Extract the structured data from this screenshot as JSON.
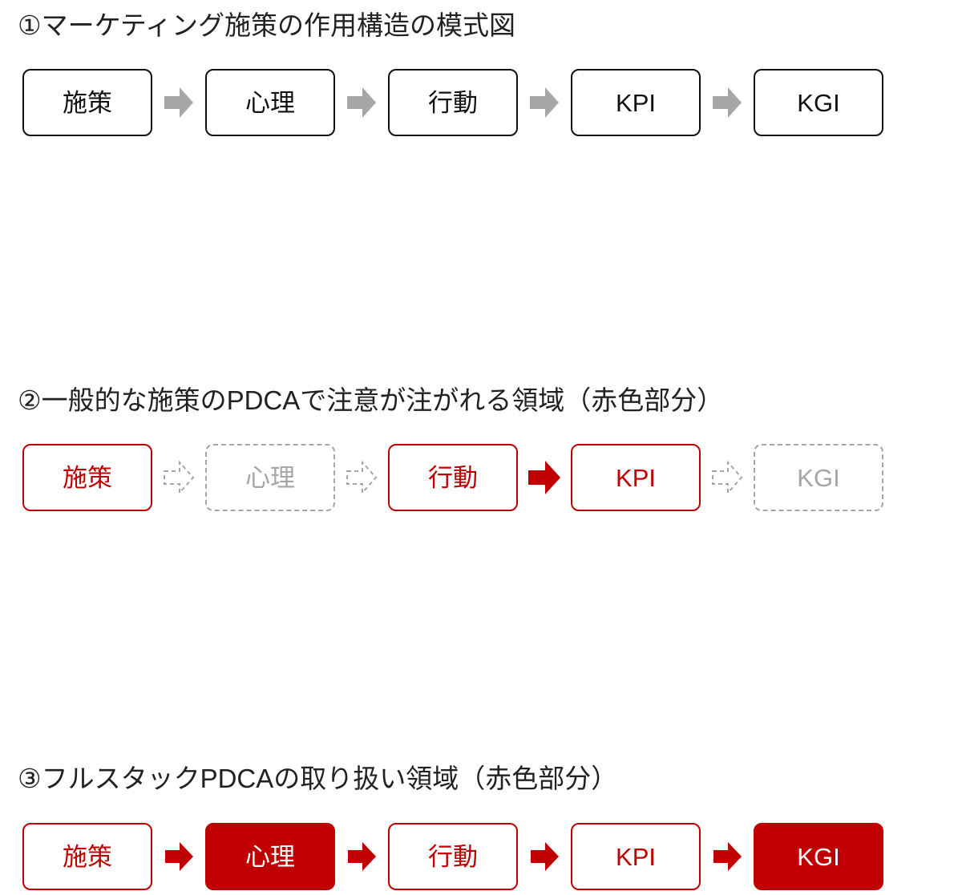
{
  "page": {
    "background": "#ffffff",
    "colors": {
      "red": "#C00000",
      "gray": "#A6A6A6",
      "black": "#111111",
      "white": "#ffffff"
    }
  },
  "sections": [
    {
      "id": "section-1",
      "title": "①マーケティング施策の作用構造の模式図",
      "nodes": [
        {
          "label": "施策",
          "style": "plain"
        },
        {
          "label": "心理",
          "style": "plain"
        },
        {
          "label": "行動",
          "style": "plain"
        },
        {
          "label": "KPI",
          "style": "plain"
        },
        {
          "label": "KGI",
          "style": "plain"
        }
      ],
      "arrows": [
        {
          "style": "gray-solid"
        },
        {
          "style": "gray-solid"
        },
        {
          "style": "gray-solid"
        },
        {
          "style": "gray-solid"
        }
      ]
    },
    {
      "id": "section-2",
      "title": "②一般的な施策のPDCAで注意が注がれる領域（赤色部分）",
      "nodes": [
        {
          "label": "施策",
          "style": "red-outline"
        },
        {
          "label": "心理",
          "style": "muted"
        },
        {
          "label": "行動",
          "style": "red-outline"
        },
        {
          "label": "KPI",
          "style": "red-outline"
        },
        {
          "label": "KGI",
          "style": "muted"
        }
      ],
      "arrows": [
        {
          "style": "gray-dashed-outline"
        },
        {
          "style": "gray-dashed-outline"
        },
        {
          "style": "red-solid"
        },
        {
          "style": "gray-dashed-outline"
        }
      ]
    },
    {
      "id": "section-3",
      "title": "③フルスタックPDCAの取り扱い領域（赤色部分）",
      "nodes": [
        {
          "label": "施策",
          "style": "red-outline"
        },
        {
          "label": "心理",
          "style": "red-fill"
        },
        {
          "label": "行動",
          "style": "red-outline"
        },
        {
          "label": "KPI",
          "style": "red-outline"
        },
        {
          "label": "KGI",
          "style": "red-fill"
        }
      ],
      "arrows": [
        {
          "style": "red-solid"
        },
        {
          "style": "red-solid"
        },
        {
          "style": "red-solid"
        },
        {
          "style": "red-solid"
        }
      ]
    }
  ]
}
